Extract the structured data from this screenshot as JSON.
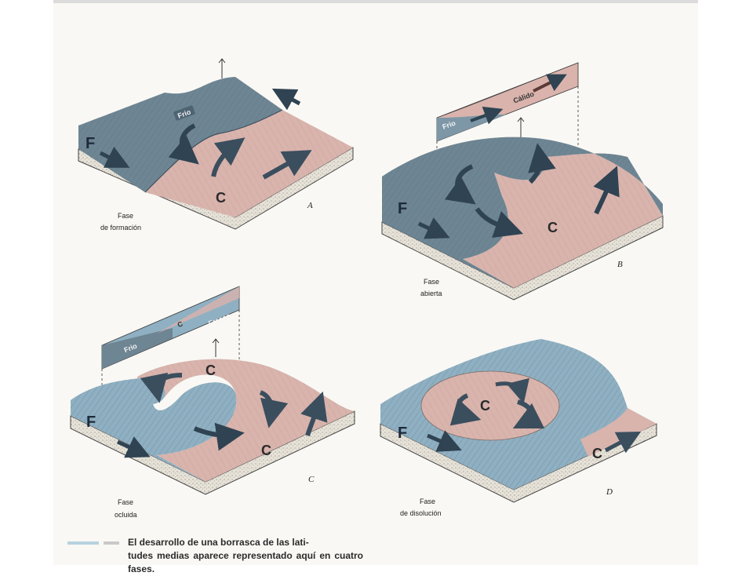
{
  "panels": [
    {
      "letter": "A",
      "fase_line1": "Fase",
      "fase_line2": "de formación",
      "labels": {
        "cold": "Frio",
        "front_letter": "F",
        "low_letter": "C"
      }
    },
    {
      "letter": "B",
      "fase_line1": "Fase",
      "fase_line2": "abierta",
      "labels": {
        "cold": "Frio",
        "warm": "Cálido",
        "front_letter": "F",
        "low_letter": "C"
      }
    },
    {
      "letter": "C",
      "fase_line1": "Fase",
      "fase_line2": "ocluida",
      "labels": {
        "cold": "Frio",
        "cool": "Fresco",
        "section_letter": "C",
        "front_letter": "F",
        "low_letter_top": "C",
        "low_letter": "C"
      }
    },
    {
      "letter": "D",
      "fase_line1": "Fase",
      "fase_line2": "de disolución",
      "labels": {
        "front_letter": "F",
        "low_letter_top": "C",
        "low_letter": "C"
      }
    }
  ],
  "caption": {
    "line1": "El desarrollo de una borrasca de las lati-",
    "line2": "tudes medias aparece representado aquí en cuatro fases."
  },
  "colors": {
    "cold_air": "#6f8796",
    "cool_air": "#8fb0c2",
    "warm_air": "#d9b3ac",
    "arrow": "#2f4352",
    "block_side": "#e8e4da"
  },
  "icons": [
    "wind-arrow-icon",
    "circulation-arrow-icon",
    "vertical-axis-icon"
  ]
}
